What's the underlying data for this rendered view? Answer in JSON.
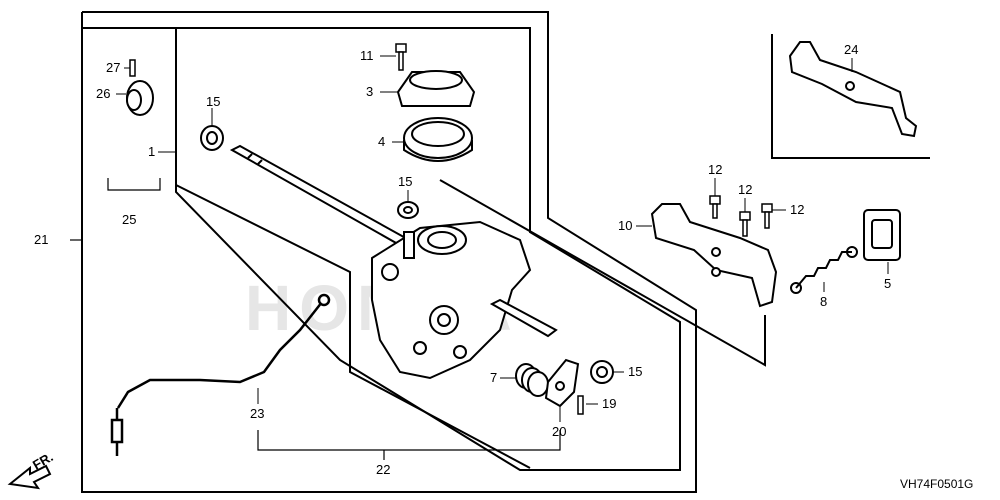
{
  "watermark": "HONDA",
  "diagram_code": "VH74F0501G",
  "front_marker": "FR.",
  "callouts": {
    "c1": "1",
    "c3": "3",
    "c4": "4",
    "c5": "5",
    "c7": "7",
    "c8": "8",
    "c10": "10",
    "c11": "11",
    "c12a": "12",
    "c12b": "12",
    "c12c": "12",
    "c15a": "15",
    "c15b": "15",
    "c15c": "15",
    "c19": "19",
    "c20": "20",
    "c21": "21",
    "c22": "22",
    "c23": "23",
    "c24": "24",
    "c25": "25",
    "c26": "26",
    "c27": "27"
  }
}
